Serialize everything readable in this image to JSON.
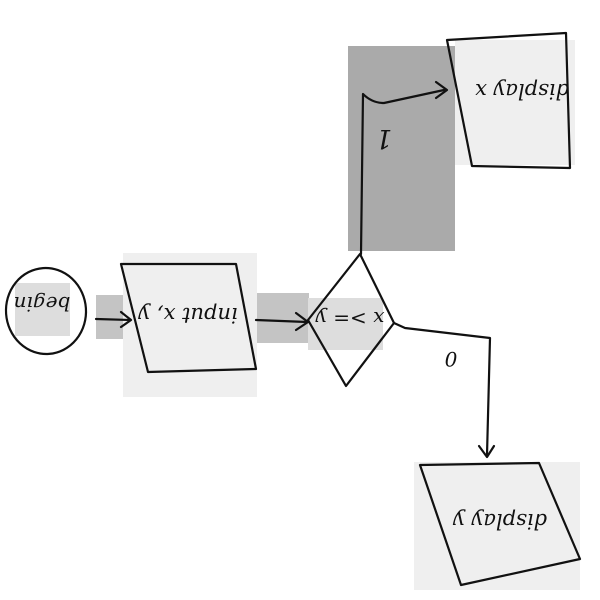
{
  "diagram": {
    "colors": {
      "ink": "#111111",
      "highlight_dark": "#aaaaaa",
      "highlight_mid": "#c4c4c4",
      "highlight_light": "#dddddd",
      "highlight_faint": "#efefef"
    },
    "nodes": {
      "start": {
        "shape": "oval",
        "label": "begin"
      },
      "input": {
        "shape": "parallelogram",
        "label": "input x, y"
      },
      "decision": {
        "shape": "diamond",
        "label": "x >= y"
      },
      "output_true": {
        "shape": "parallelogram",
        "label": "display x"
      },
      "output_false": {
        "shape": "parallelogram",
        "label": "display y"
      }
    },
    "edges": {
      "true_label": "1",
      "false_label": "0"
    }
  }
}
